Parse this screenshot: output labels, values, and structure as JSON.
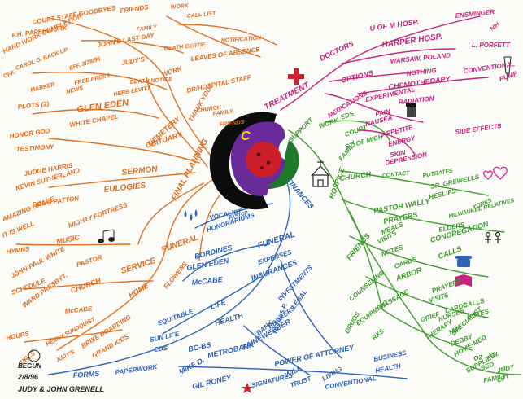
{
  "center": {
    "label": "C"
  },
  "colors": {
    "orange": "#e37020",
    "magenta": "#c8227c",
    "green": "#3d9e2c",
    "blue": "#2e63b8",
    "ink": "#222222"
  },
  "branches": {
    "final_planning": {
      "label": "FINAL PLANNING",
      "items": [
        "COURT STAFF GOODBYES",
        "FRIENDS",
        "WORK",
        "CALL LIST",
        "F.H. PAPERWORK",
        "FAMILY",
        "HAND WORK COMPLETION",
        "JOHN'S LAST DAY",
        "DEATH CERTIF.",
        "NOTIFICATION",
        "CAROL G. BACK UP",
        "EFF. 2/28/96",
        "JUDY'S",
        "LEAVES OF ABSENCE",
        "OFF.",
        "DEATH NOTICE",
        "FREE PRESS",
        "HERB LEVITT",
        "NEWS",
        "MARKER",
        "WORK",
        "DR/HOSPITAL STAFF",
        "CHURCH",
        "THANK YOUS",
        "FAMILY",
        "FRIENDS",
        "PLOTS (2)",
        "GLEN EDEN",
        "WHITE CHAPEL",
        "OBITUARY",
        "CEMETERY",
        "HONOR GOD",
        "TESTIMONY",
        "SERMON",
        "JUDGE HARRIS",
        "KEVIN SUTHERLAND",
        "DOUG PATTON",
        "EULOGIES",
        "AMAZING GRACE",
        "IT IS WELL",
        "MIGHTY FORTRESS",
        "HYMNS",
        "MUSIC",
        "JOHN-PAUL WHITE",
        "PASTOR",
        "SERVICE",
        "FUNERAL",
        "SCHEDULE",
        "CHURCH",
        "HOME",
        "WARD PRESBYT.",
        "McCABE",
        "FLOWERS",
        "HOURS",
        "HEENY-SUNDQUIST",
        "BRIXE BOARDING",
        "GIRLS",
        "JUDY'S",
        "GRAND KIDS"
      ]
    },
    "treatment": {
      "label": "TREATMENT",
      "items": [
        "U OF M HOSP.",
        "ENSMINGER",
        "NIH",
        "HARPER HOSP.",
        "DOCTORS",
        "L. PORFETT",
        "WARSAW, POLAND",
        "NOTHING",
        "OPTIONS",
        "CONVENTIONAL",
        "CHEMOTHERAPY",
        "PUMP",
        "RADIATION",
        "EXPERIMENTAL",
        "MEDICATIONS",
        "PAIN",
        "NAUSEA",
        "SIDE EFFECTS",
        "APPETITE",
        "ENERGY",
        "SKIN",
        "DEPRESSION"
      ]
    },
    "support": {
      "label": "SUPPORT",
      "items": [
        "WORK",
        "EDS",
        "COURT",
        "ST. OF MICH",
        "FAMILY",
        "CHURCH",
        "CONTACT",
        "POTRATES",
        "SR. GREWELLS",
        "HESLIPS",
        "YORKS",
        "MILWAUKEE RELATIVES",
        "HOSPICE",
        "PASTOR WALLY",
        "PRAYERS",
        "ELDERS",
        "MEALS",
        "CONGREGATION",
        "VISITS",
        "CALLS",
        "NOTES",
        "CARDS",
        "FRIENDS",
        "PRAYERS",
        "ARBOR",
        "VISITS",
        "CALLS",
        "CARDS",
        "NOTES",
        "COUNSELING",
        "NURSES",
        "MASSAGE",
        "GRIEF",
        "SPECIALIST",
        "THERAPY",
        "JAN",
        "DEBBY",
        "EQUIPMENT",
        "HOME-MED",
        "SUPPLIES",
        "DRUGS",
        "RXS",
        "O2",
        "BED",
        "CITY",
        "J.N.",
        "JUDY",
        "FAMILY"
      ]
    },
    "finances": {
      "label": "FINANCES",
      "items": [
        "VOCALIST",
        "PASTOR",
        "HONORARIUMS",
        "FUNERAL",
        "EXPENSES",
        "BORDINES",
        "GLEN EDEN",
        "McCABE",
        "INSURANCES",
        "INVESTMENTS",
        "LEGAL",
        "LIFE",
        "HEALTH",
        "BANK",
        "EQUITABLE",
        "SUN LIFE",
        "EDS",
        "BC-BS",
        "METROBANK",
        "PAINEWEBBER",
        "BROKERS",
        "DENNIS P.",
        "MIKE D.",
        "GIL RONEY",
        "FORMS",
        "PAPERWORK",
        "WILL",
        "TRUST",
        "LIVING",
        "CONVENTIONAL",
        "POWER OF ATTORNEY",
        "BUSINESS",
        "HEALTH",
        "SIGNATURES"
      ]
    }
  },
  "credit": {
    "line1": "BEGUN",
    "line2": "2/8/96",
    "line3": "JUDY & JOHN GRENELL"
  },
  "icons": [
    "red-cross-icon",
    "church-icon",
    "music-notes-icon",
    "teardrops-icon",
    "hearts-icon",
    "phone-icon",
    "book-icon",
    "people-icon",
    "star-icon",
    "pill-bottle-icon"
  ]
}
